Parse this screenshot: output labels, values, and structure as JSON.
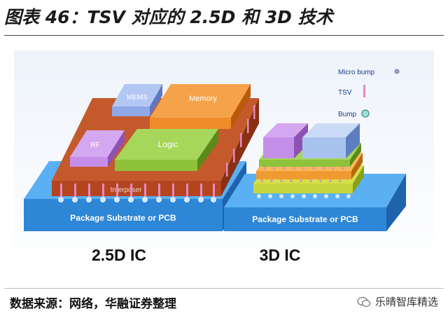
{
  "title": "图表 46：TSV 对应的 2.5D 和 3D 技术",
  "diagram": {
    "left_labels": {
      "mems": "MEMS",
      "memory": "Memory",
      "rf": "RF",
      "logic": "Logic",
      "interposer": "Interposer",
      "substrate": "Package Substrate or PCB",
      "caption": "2.5D IC"
    },
    "right_labels": {
      "substrate": "Package Substrate or PCB",
      "caption": "3D IC"
    },
    "legend": {
      "micro_bump": "Micro bump",
      "tsv": "TSV",
      "bump": "Bump"
    },
    "colors": {
      "substrate": "#2e86d6",
      "interposer": "#b4451f",
      "mems": "#8fa8e8",
      "memory": "#f08c2a",
      "rf": "#c58ee8",
      "logic": "#8dc23a",
      "tsv": "#e58ac0",
      "bump": "#9fe0d8"
    }
  },
  "source": "数据来源：网络，华融证券整理",
  "watermark": "乐晴智库精选"
}
